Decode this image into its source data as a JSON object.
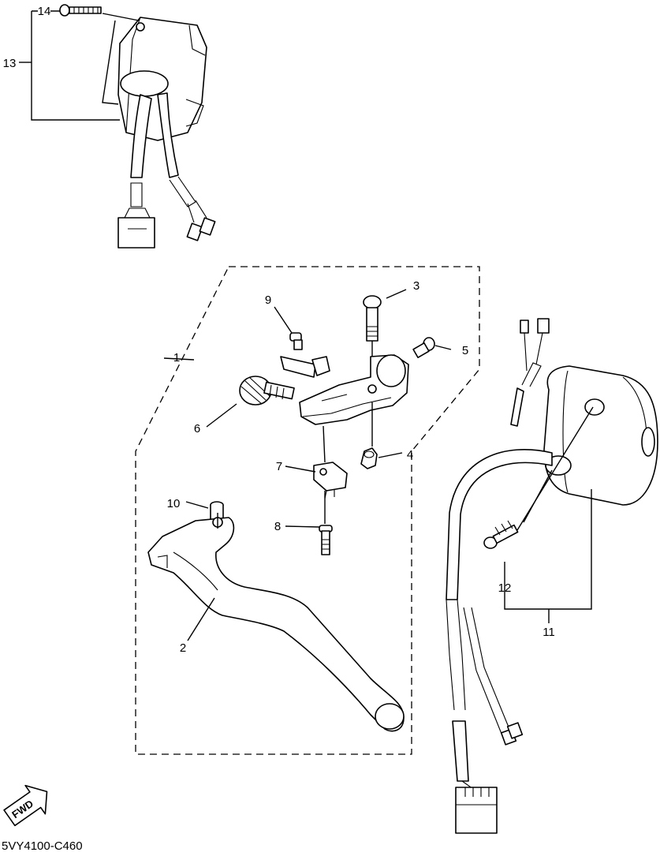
{
  "diagram": {
    "drawing_code": "5VY4100-C460",
    "fwd_label": "FWD",
    "callouts": [
      "1",
      "2",
      "3",
      "4",
      "5",
      "6",
      "7",
      "8",
      "9",
      "10",
      "11",
      "12",
      "13",
      "14"
    ]
  }
}
